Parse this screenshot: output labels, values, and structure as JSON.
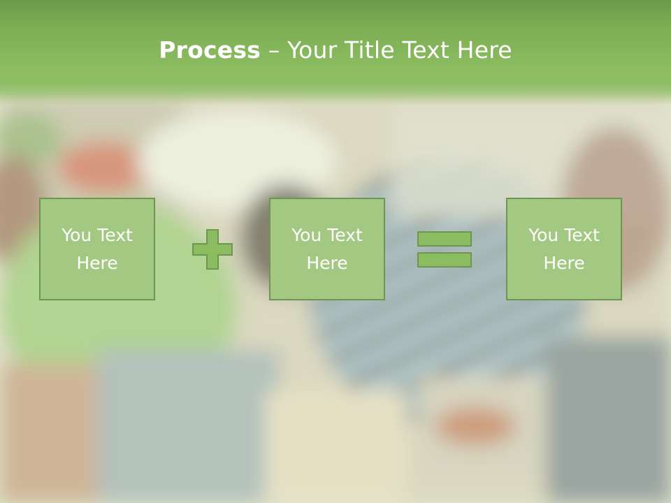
{
  "slide": {
    "title_bold": "Process",
    "title_rest": " – Your Title Text Here",
    "boxes": [
      {
        "label": "You Text Here"
      },
      {
        "label": "You Text Here"
      },
      {
        "label": "You Text Here"
      }
    ],
    "operators": [
      "plus-icon",
      "equals-icon"
    ]
  },
  "colors": {
    "header": "#7eae55",
    "box_fill": "#a3c882",
    "box_border": "#6f9555",
    "operator_fill": "#8cbc60",
    "text": "#ffffff"
  }
}
